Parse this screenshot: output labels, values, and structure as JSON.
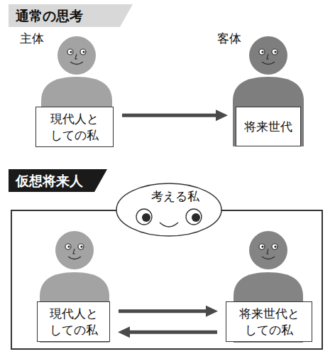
{
  "diagram": {
    "nodes": [
      {
        "text": [
          "通常の思考"
        ]
      },
      {
        "text": [
          "現代人と しての私"
        ]
      },
      {
        "text": [
          "将来世代"
        ]
      },
      {
        "text": [
          "仮想将来人"
        ]
      },
      {
        "text": [
          "考える私"
        ],
        "in": 3
      },
      {
        "text": [
          "現代人と しての私"
        ],
        "in": 3
      },
      {
        "text": [
          "将来世代と しての私"
        ],
        "in": 3
      }
    ],
    "edges": [
      {
        "from": 1,
        "to": 2,
        "arrow": "to"
      },
      {
        "from": 5,
        "to": 6,
        "arrow": "to"
      },
      {
        "from": 6,
        "to": 5,
        "arrow": "to"
      }
    ],
    "labels": [
      "主体",
      "客体"
    ]
  }
}
